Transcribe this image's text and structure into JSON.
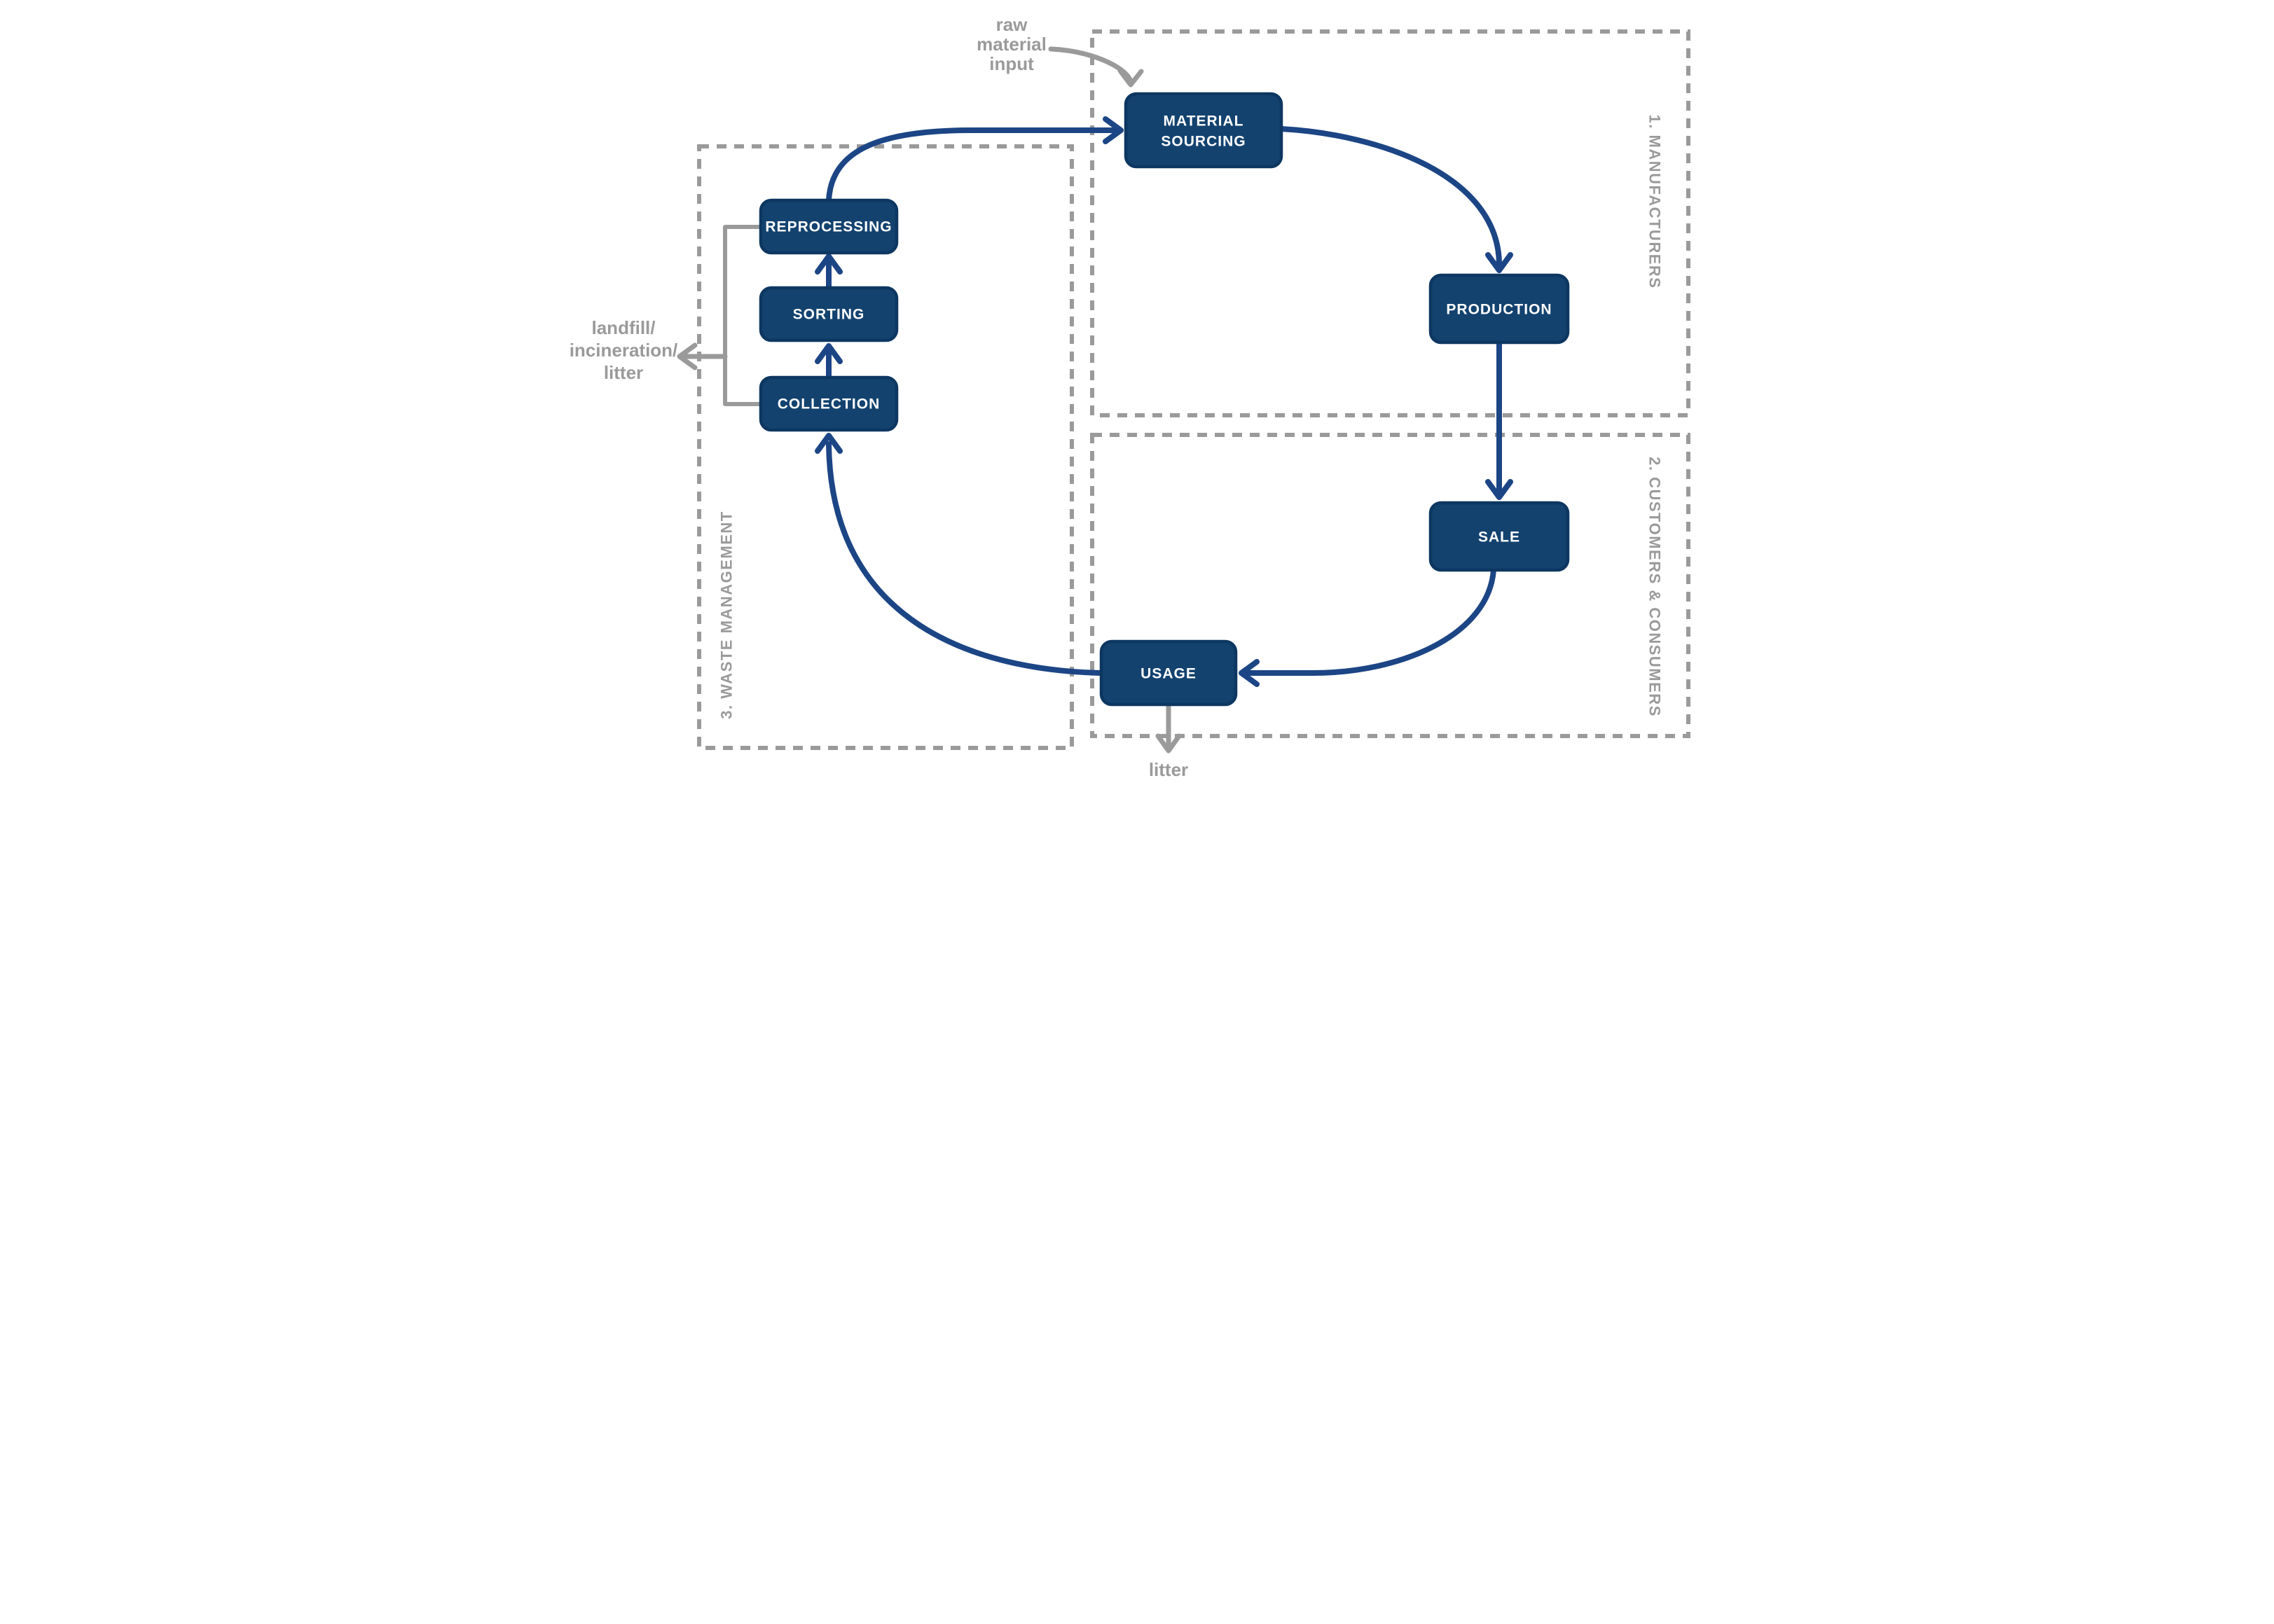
{
  "diagram": {
    "type": "flow-diagram",
    "subject": "product material loop",
    "regions": {
      "manufacturers": {
        "label": "1. MANUFACTURERS"
      },
      "customers_consumers": {
        "label": "2. CUSTOMERS & CONSUMERS"
      },
      "waste_management": {
        "label": "3. WASTE MANAGEMENT"
      }
    },
    "nodes": {
      "material_sourcing": {
        "line1": "MATERIAL",
        "line2": "SOURCING"
      },
      "production": {
        "label": "PRODUCTION"
      },
      "sale": {
        "label": "SALE"
      },
      "usage": {
        "label": "USAGE"
      },
      "collection": {
        "label": "COLLECTION"
      },
      "sorting": {
        "label": "SORTING"
      },
      "reprocessing": {
        "label": "REPROCESSING"
      }
    },
    "annotations": {
      "raw_material_input": {
        "line1": "raw",
        "line2": "material",
        "line3": "input"
      },
      "landfill_exit": {
        "line1": "landfill/",
        "line2": "incineration/",
        "line3": "litter"
      },
      "litter_exit": {
        "label": "litter"
      }
    },
    "flows": [
      {
        "from": "raw material input",
        "to": "material sourcing"
      },
      {
        "from": "material sourcing",
        "to": "production"
      },
      {
        "from": "production",
        "to": "sale"
      },
      {
        "from": "sale",
        "to": "usage"
      },
      {
        "from": "usage",
        "to": "collection"
      },
      {
        "from": "collection",
        "to": "sorting"
      },
      {
        "from": "sorting",
        "to": "reprocessing"
      },
      {
        "from": "reprocessing",
        "to": "material sourcing"
      },
      {
        "from": "collection + reprocessing",
        "to": "landfill/incineration/litter"
      },
      {
        "from": "usage",
        "to": "litter"
      }
    ],
    "colors": {
      "node_fill": "#13426f",
      "node_border": "#0d3761",
      "node_text": "#ffffff",
      "flow_line": "#1c4585",
      "gray": "#9a9a9a",
      "background": "#ffffff"
    }
  }
}
